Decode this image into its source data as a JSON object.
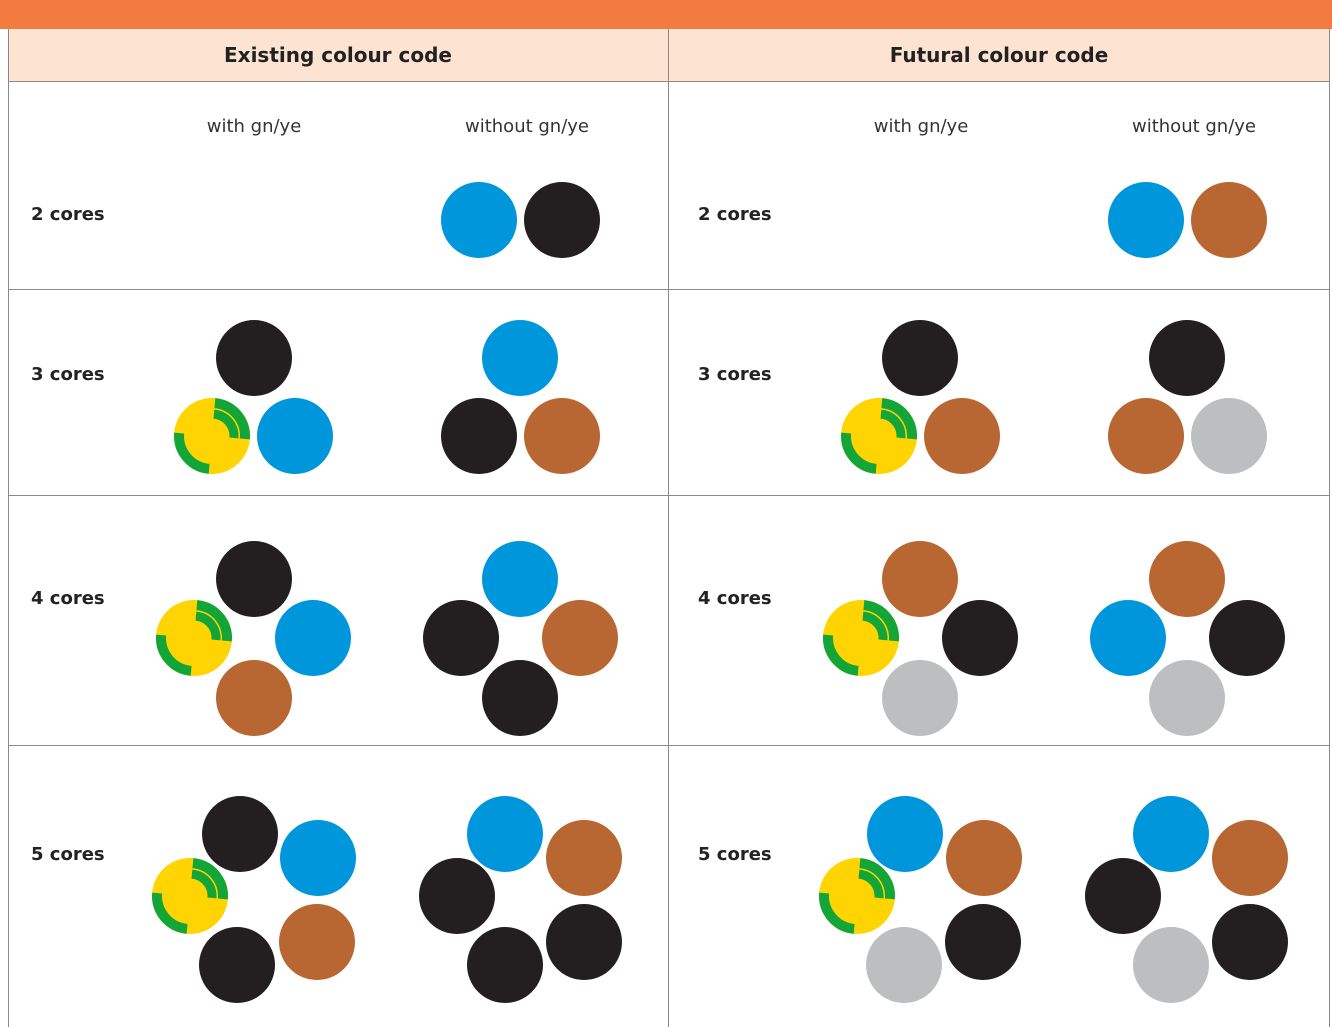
{
  "colors": {
    "accent": "#f47b3f",
    "header_bg": "#fde3d2",
    "blue": "#0096db",
    "black": "#231f20",
    "brown": "#b86632",
    "grey": "#bcbec0",
    "yellow": "#ffd400",
    "green": "#13a538"
  },
  "headers": {
    "existing": "Existing colour code",
    "future": "Futural colour code"
  },
  "subheaders": {
    "with": "with gn/ye",
    "without": "without gn/ye"
  },
  "rows": [
    {
      "label": "2 cores"
    },
    {
      "label": "3 cores"
    },
    {
      "label": "4 cores"
    },
    {
      "label": "5 cores"
    }
  ],
  "core_groups": {
    "existing": {
      "with": [
        [],
        [
          "black",
          "gnye",
          "blue"
        ],
        [
          "black",
          "gnye",
          "blue",
          "brown"
        ],
        [
          "black",
          "blue",
          "gnye",
          "brown",
          "black"
        ]
      ],
      "without": [
        [
          "blue",
          "black"
        ],
        [
          "blue",
          "black",
          "brown"
        ],
        [
          "blue",
          "black",
          "brown",
          "black"
        ],
        [
          "blue",
          "brown",
          "black",
          "black",
          "black"
        ]
      ]
    },
    "future": {
      "with": [
        [],
        [
          "black",
          "gnye",
          "brown"
        ],
        [
          "brown",
          "gnye",
          "black",
          "grey"
        ],
        [
          "blue",
          "brown",
          "gnye",
          "grey",
          "black"
        ]
      ],
      "without": [
        [
          "blue",
          "brown"
        ],
        [
          "black",
          "brown",
          "grey"
        ],
        [
          "brown",
          "blue",
          "black",
          "grey"
        ],
        [
          "blue",
          "brown",
          "black",
          "grey",
          "black"
        ]
      ]
    }
  }
}
